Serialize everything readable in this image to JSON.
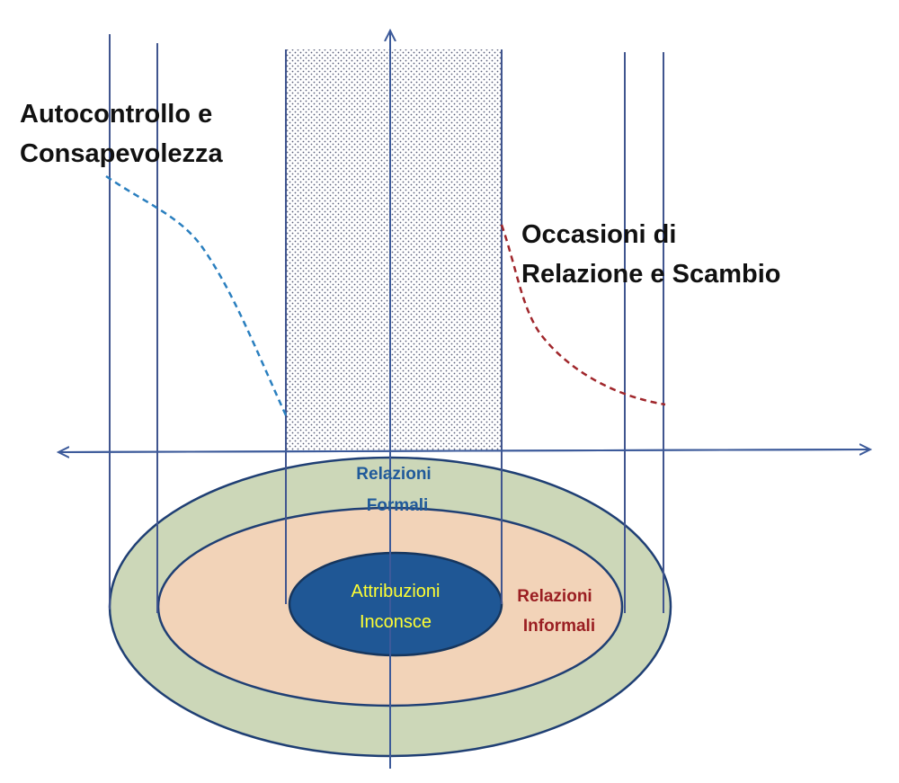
{
  "labels": {
    "top_left_line1": "Autocontrollo e",
    "top_left_line2": "Consapevolezza",
    "top_right_line1": "Occasioni di",
    "top_right_line2": "Relazione e Scambio",
    "outer_ring_line1": "Relazioni",
    "outer_ring_line2": "Formali",
    "middle_ring_line1": "Relazioni",
    "middle_ring_line2": "Informali",
    "core_line1": "Attribuzioni",
    "core_line2": "Inconsce"
  },
  "colors": {
    "outer_ring": "#ccd7b8",
    "middle_ring": "#f2d3b8",
    "core": "#1f5795",
    "stroke": "#1f3f74",
    "line": "#40558f",
    "axis": "#3c5a9a",
    "dash_left": "#2a7fbf",
    "dash_right": "#a0262b",
    "text_formali": "#205a9a",
    "text_informali": "#9a1e22",
    "text_core": "#ffff33"
  }
}
